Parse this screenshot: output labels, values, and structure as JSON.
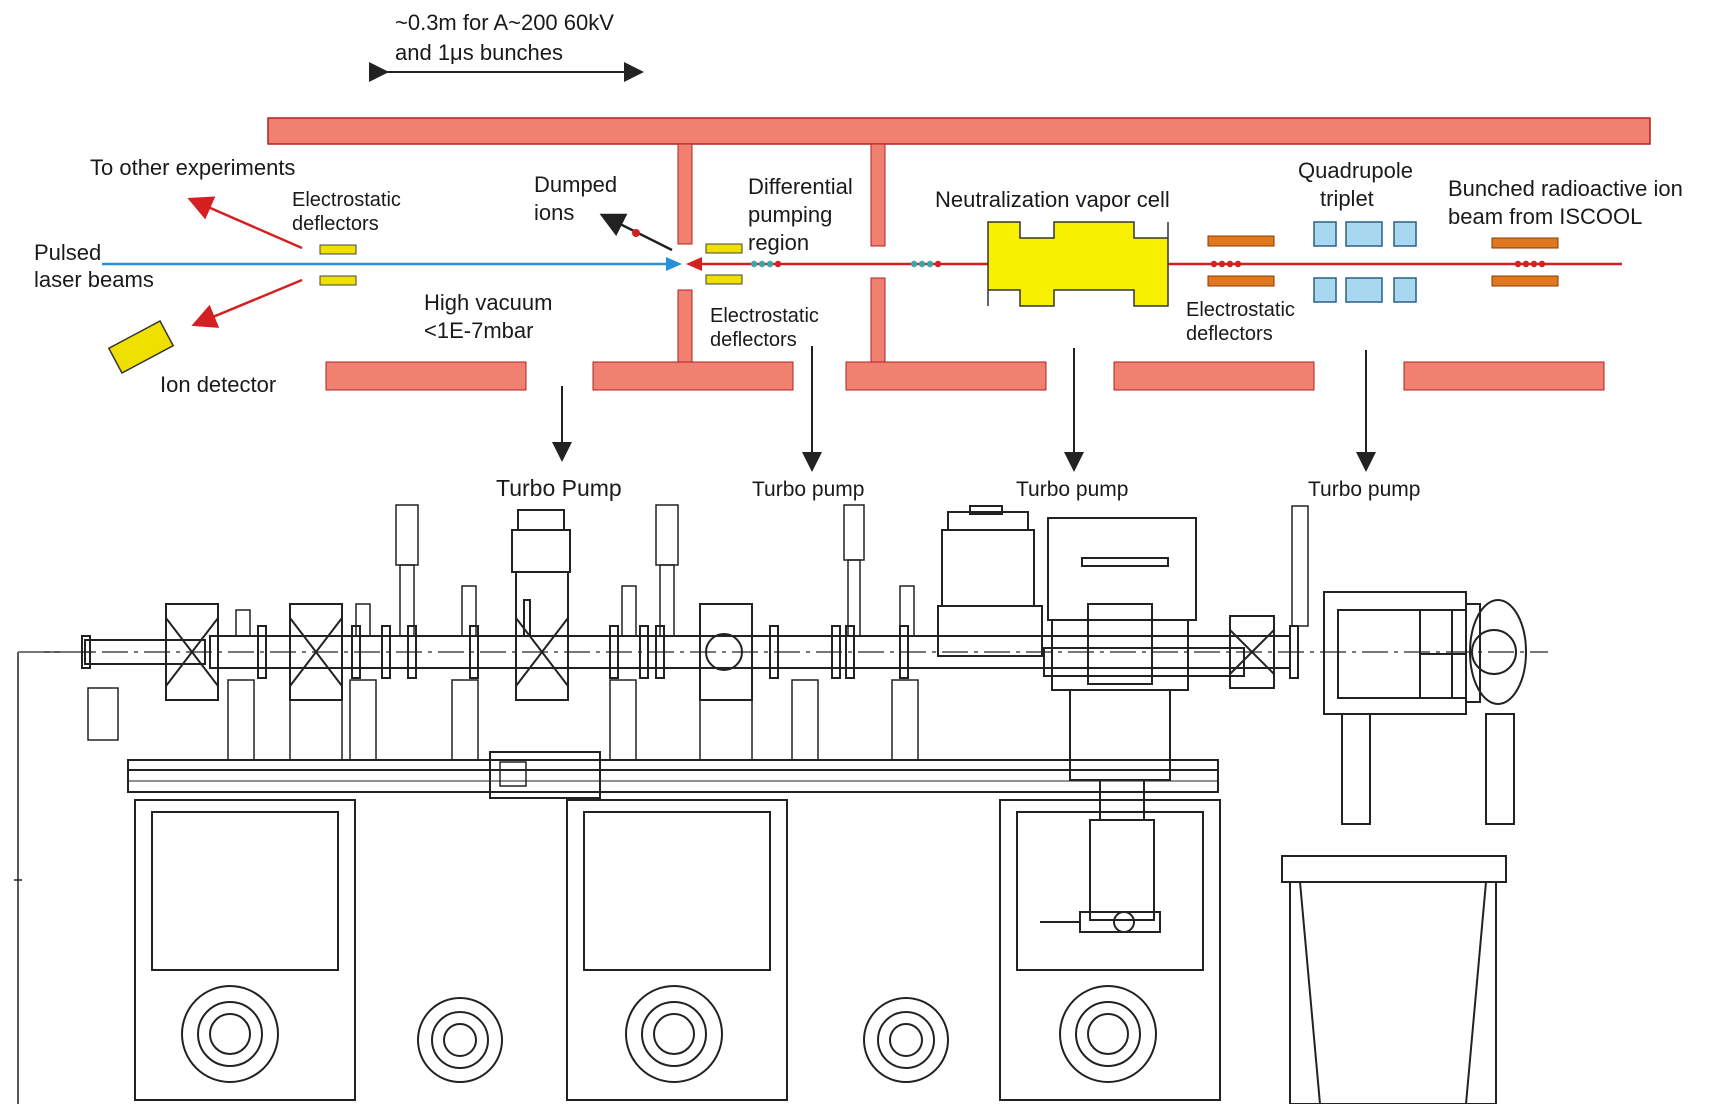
{
  "colors": {
    "wall": "#f08070",
    "wall_stroke": "#b22222",
    "ion_beam": "#d42020",
    "laser_beam": "#2b8fd6",
    "deflector": "#f0e000",
    "ion_deflector": "#e07820",
    "vapor_cell": "#f7f000",
    "quadrupole": "#a8d8f0",
    "bunch_teal": "#3aa8a8",
    "drawing": "#222222"
  },
  "labels": {
    "bunch_length": "~0.3m for A~200 60kV",
    "bunch_length_2": "and 1μs bunches",
    "to_other_experiments": "To other experiments",
    "pulsed_laser_1": "Pulsed",
    "pulsed_laser_2": "laser beams",
    "ion_detector": "Ion detector",
    "es_deflectors_left_1": "Electrostatic",
    "es_deflectors_left_2": "deflectors",
    "dumped_ions_1": "Dumped",
    "dumped_ions_2": "ions",
    "high_vacuum_1": "High vacuum",
    "high_vacuum_2": "<1E-7mbar",
    "differential_1": "Differential",
    "differential_2": "pumping",
    "differential_3": "region",
    "es_deflectors_mid_1": "Electrostatic",
    "es_deflectors_mid_2": "deflectors",
    "vapor_cell": "Neutralization vapor cell",
    "es_deflectors_right_1": "Electrostatic",
    "es_deflectors_right_2": "deflectors",
    "quadrupole_1": "Quadrupole",
    "quadrupole_2": "triplet",
    "bunched_beam_1": "Bunched radioactive ion",
    "bunched_beam_2": "beam from ISCOOL",
    "turbo_pump_1": "Turbo Pump",
    "turbo_pump_2": "Turbo pump",
    "turbo_pump_3": "Turbo pump",
    "turbo_pump_4": "Turbo pump"
  }
}
